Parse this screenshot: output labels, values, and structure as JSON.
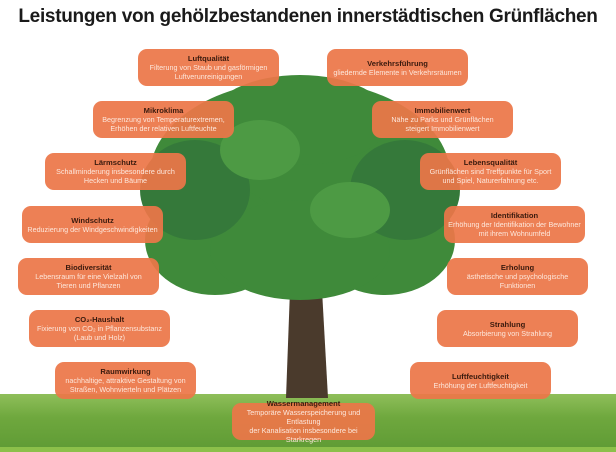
{
  "title": "Leistungen von gehölzbestandenen innerstädtischen Grünflächen",
  "colors": {
    "box": "#ec7648",
    "heading": "#3a1a0e",
    "text": "#fde7dc",
    "foliage": "#3f8a3a",
    "trunk": "#4a3a2c",
    "grass": "#6fa83e"
  },
  "left_boxes": [
    {
      "heading": "Luftqualität",
      "line1": "Filterung von Staub und gasförmigen",
      "line2": "Luftverunreinigungen"
    },
    {
      "heading": "Mikroklima",
      "line1": "Begrenzung von Temperaturextremen,",
      "line2": "Erhöhen der relativen Luftfeuchte"
    },
    {
      "heading": "Lärmschutz",
      "line1": "Schallminderung insbesondere durch",
      "line2": "Hecken und Bäume"
    },
    {
      "heading": "Windschutz",
      "line1": "Reduzierung der Windgeschwindigkeiten",
      "line2": ""
    },
    {
      "heading": "Biodiversität",
      "line1": "Lebensraum für eine Vielzahl von",
      "line2": "Tieren und Pflanzen"
    },
    {
      "heading": "CO₂-Haushalt",
      "line1": "Fixierung von CO₂ in Pflanzensubstanz",
      "line2": "(Laub und Holz)"
    },
    {
      "heading": "Raumwirkung",
      "line1": "nachhaltige, attraktive Gestaltung von",
      "line2": "Straßen, Wohnvierteln und Plätzen"
    }
  ],
  "right_boxes": [
    {
      "heading": "Verkehrsführung",
      "line1": "gliedernde Elemente in Verkehrsräumen",
      "line2": ""
    },
    {
      "heading": "Immobilienwert",
      "line1": "Nähe zu Parks und Grünflächen",
      "line2": "steigert Immobilienwert"
    },
    {
      "heading": "Lebensqualität",
      "line1": "Grünflächen sind Treffpunkte für Sport",
      "line2": "und Spiel, Naturerfahrung etc."
    },
    {
      "heading": "Identifikation",
      "line1": "Erhöhung der Identifikation der Bewohner",
      "line2": "mit ihrem Wohnumfeld"
    },
    {
      "heading": "Erholung",
      "line1": "ästhetische und psychologische",
      "line2": "Funktionen"
    },
    {
      "heading": "Strahlung",
      "line1": "Absorbierung von Strahlung",
      "line2": ""
    },
    {
      "heading": "Luftfeuchtigkeit",
      "line1": "Erhöhung der Luftfeuchtigkeit",
      "line2": ""
    }
  ],
  "bottom_box": {
    "heading": "Wassermanagement",
    "line1": "Temporäre Wasserspeicherung und Entlastung",
    "line2": "der Kanalisation insbesondere bei Starkregen"
  }
}
